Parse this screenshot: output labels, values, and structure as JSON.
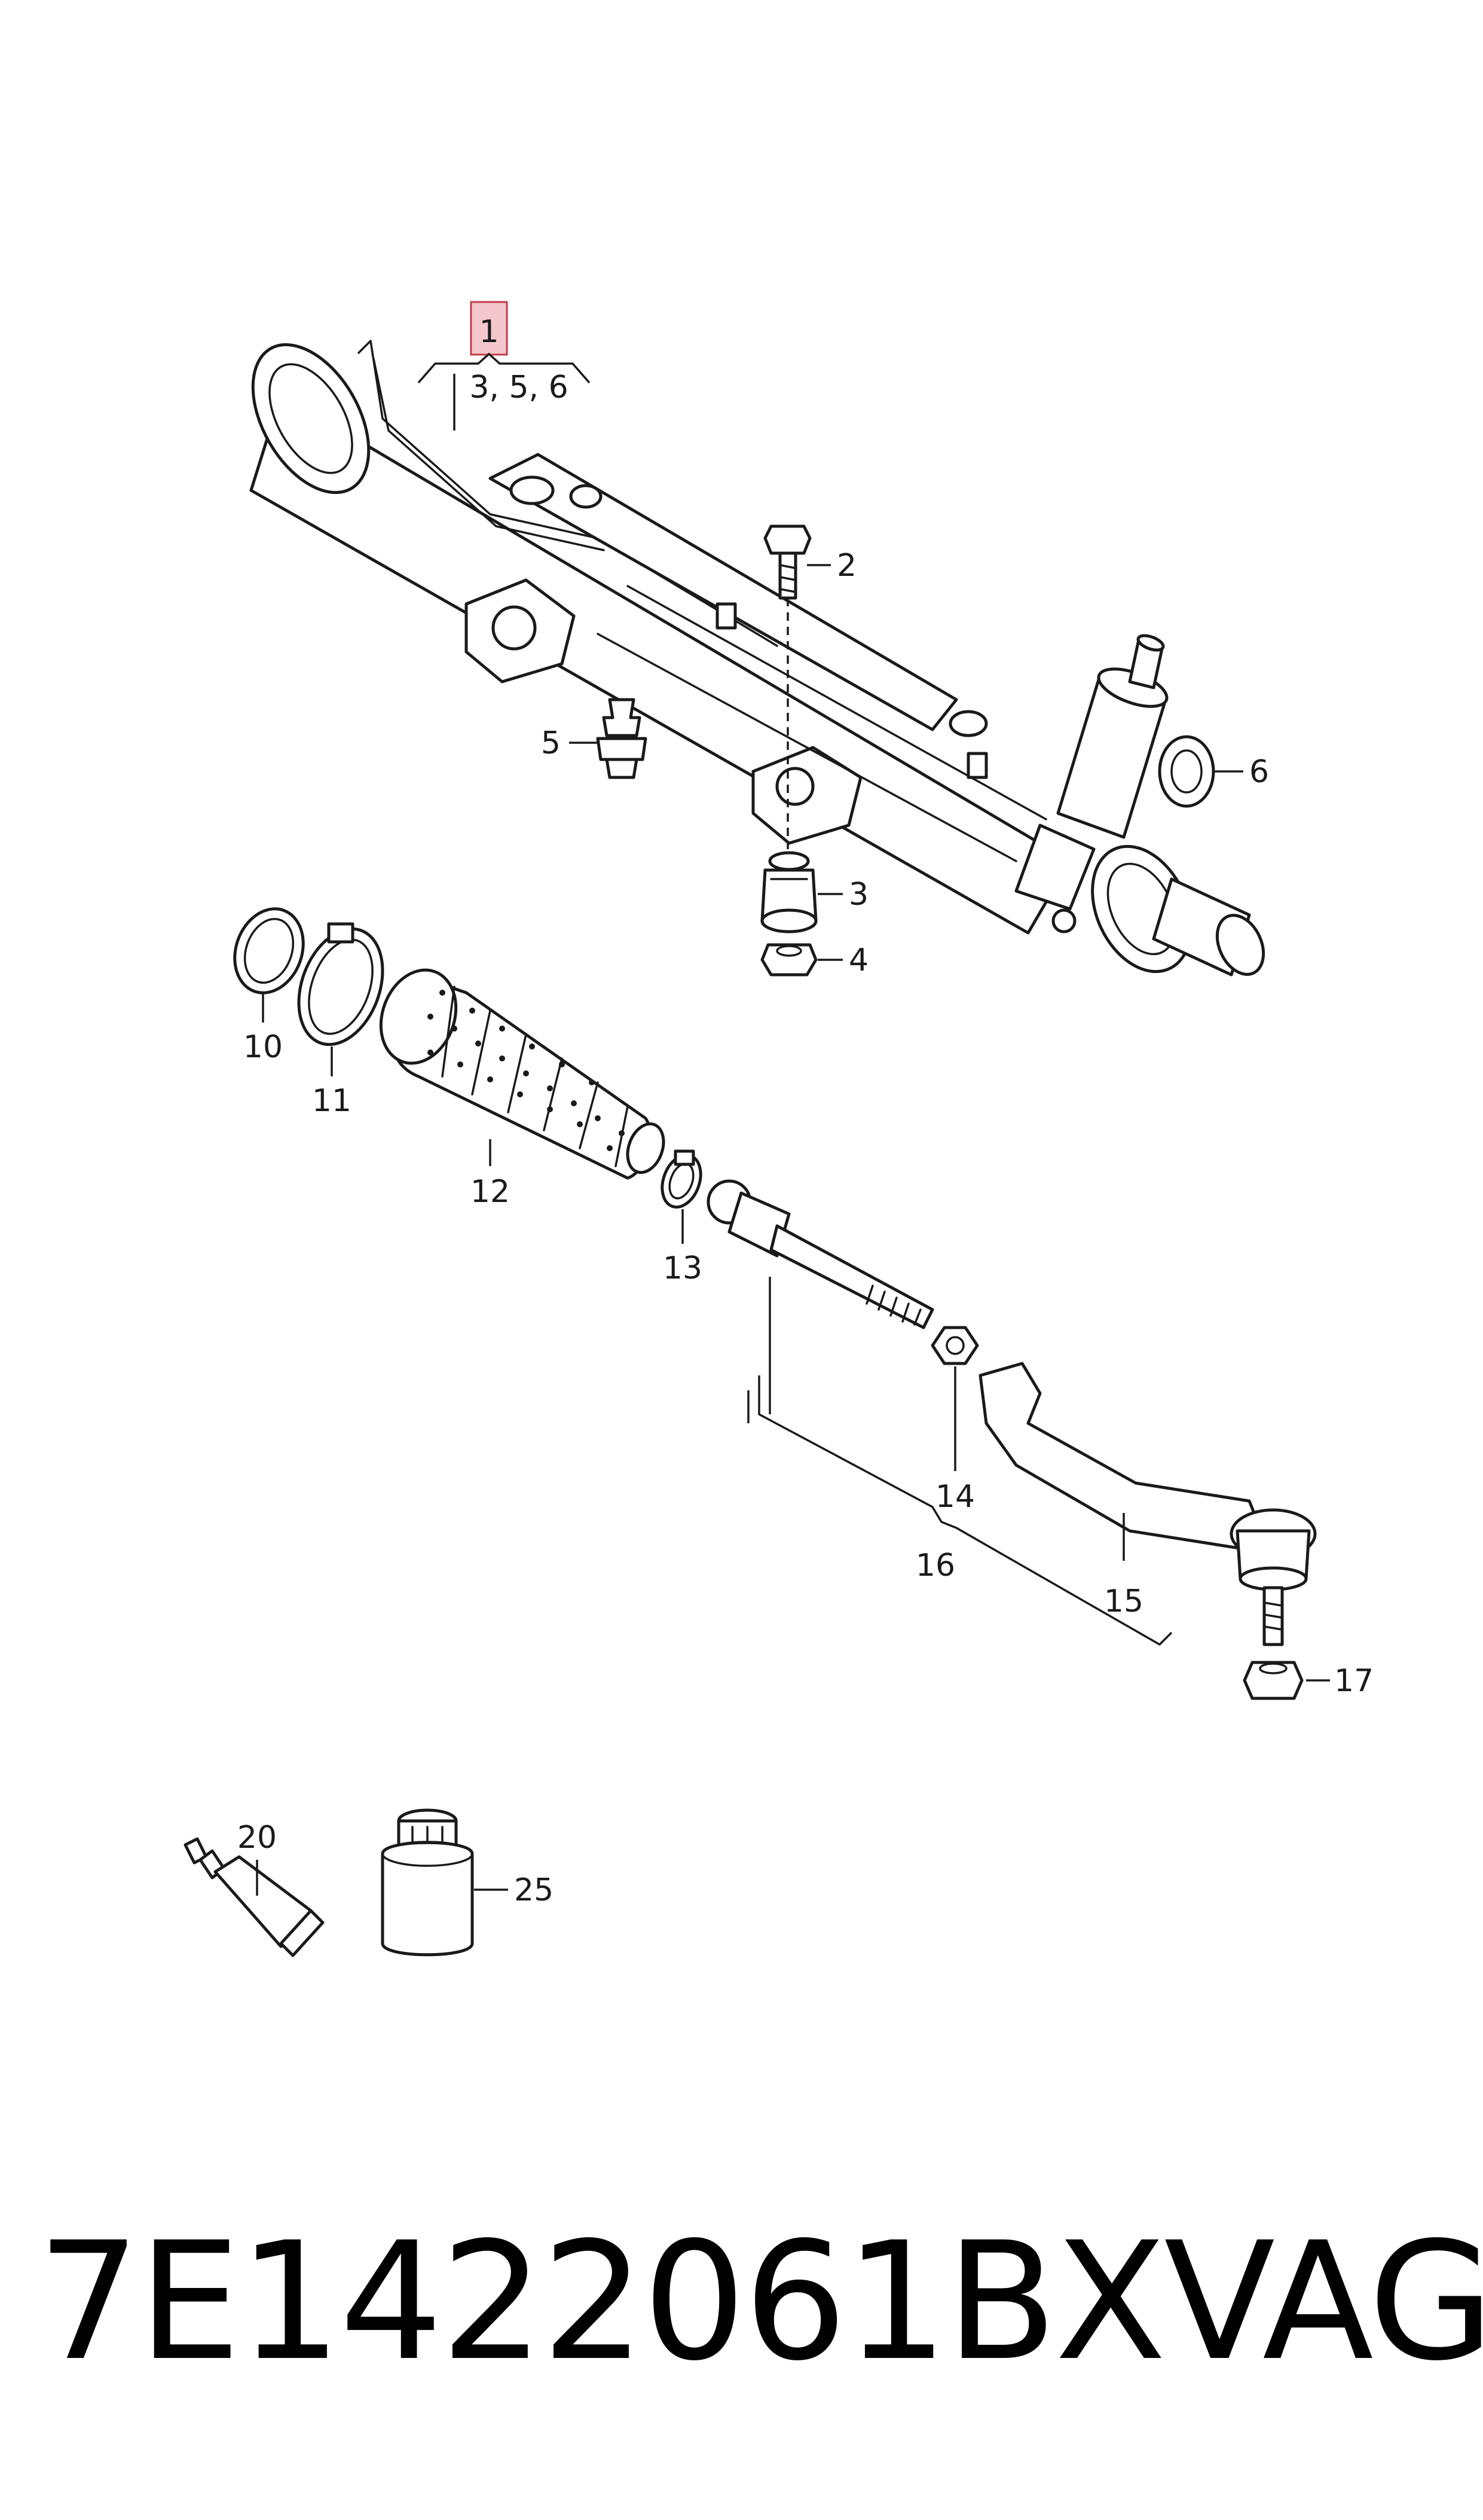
{
  "callouts": {
    "c1": "1",
    "c1_refs": "3, 5, 6",
    "c2": "2",
    "c3": "3",
    "c4": "4",
    "c5": "5",
    "c6": "6",
    "c10": "10",
    "c11": "11",
    "c12": "12",
    "c13": "13",
    "c14": "14",
    "c15": "15",
    "c16": "16",
    "c17": "17",
    "c20": "20",
    "c25": "25"
  },
  "highlight_color": "#f4c7cc",
  "footer": {
    "part_number": "7E1422061BX",
    "brand": "VAG"
  }
}
